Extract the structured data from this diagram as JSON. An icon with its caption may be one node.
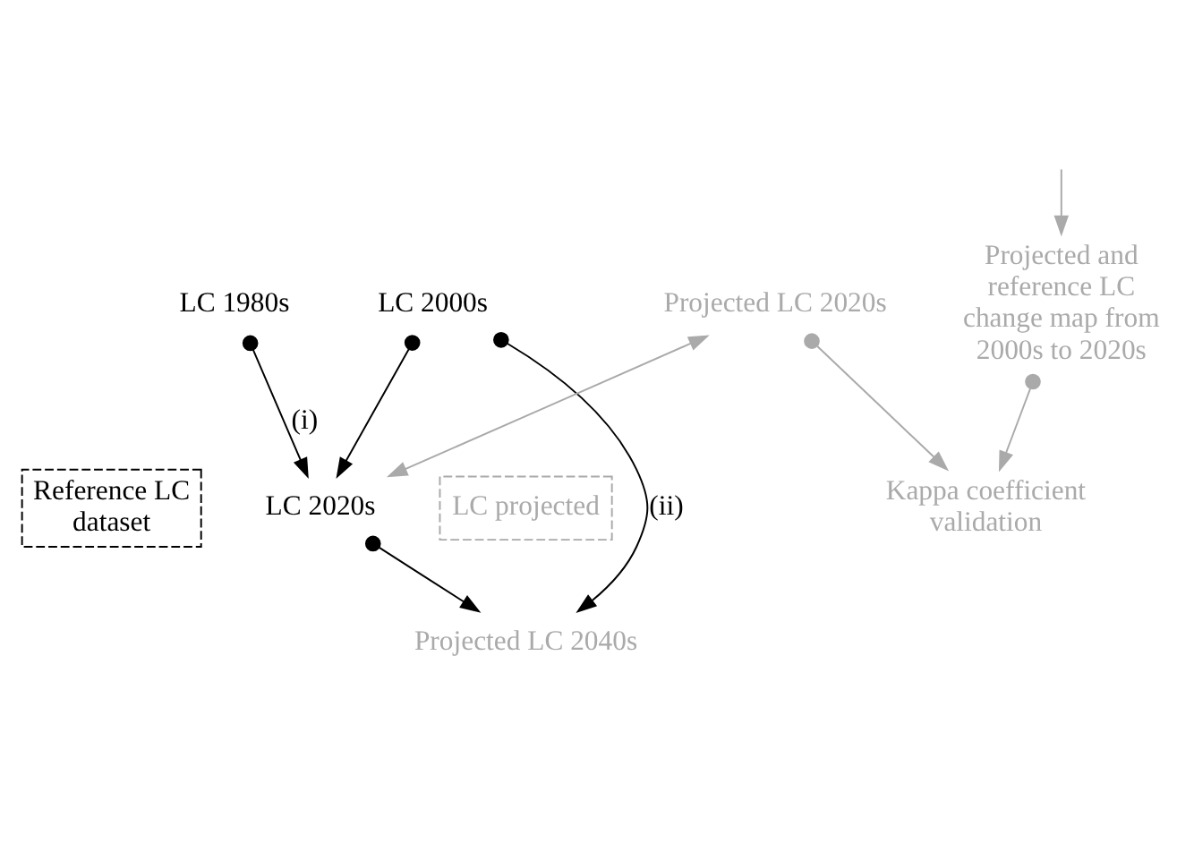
{
  "diagram": {
    "nodes": [
      {
        "text": [
          "LC 1980s"
        ]
      },
      {
        "text": [
          "LC 2000s"
        ]
      },
      {
        "text": [
          "LC 2020s"
        ]
      },
      {
        "text": [
          "Reference LC dataset"
        ]
      },
      {
        "text": [
          "LC projected"
        ]
      },
      {
        "text": [
          "Projected LC 2040s"
        ]
      },
      {
        "text": [
          "Projected LC 2020s"
        ]
      },
      {
        "text": [
          "Kappa coefficient validation"
        ]
      },
      {
        "text": [
          "Projected and reference LC change map from 2000s to 2020s"
        ]
      }
    ],
    "edges": [
      {
        "from": 0,
        "to": 2,
        "arrow": "to",
        "label": "(i)"
      },
      {
        "from": 1,
        "to": 2,
        "arrow": "to"
      },
      {
        "from": 1,
        "to": 5,
        "arrow": "to",
        "label": "(ii)"
      },
      {
        "from": 2,
        "to": 5,
        "arrow": "to"
      },
      {
        "from": 6,
        "to": 2,
        "arrow": "both",
        "color": "#aaaaaa"
      },
      {
        "from": 6,
        "to": 7,
        "arrow": "to",
        "color": "#aaaaaa"
      },
      {
        "from": null,
        "to": 8,
        "arrow": "to",
        "color": "#aaaaaa"
      },
      {
        "from": 8,
        "to": 7,
        "arrow": "to",
        "color": "#aaaaaa"
      }
    ]
  }
}
